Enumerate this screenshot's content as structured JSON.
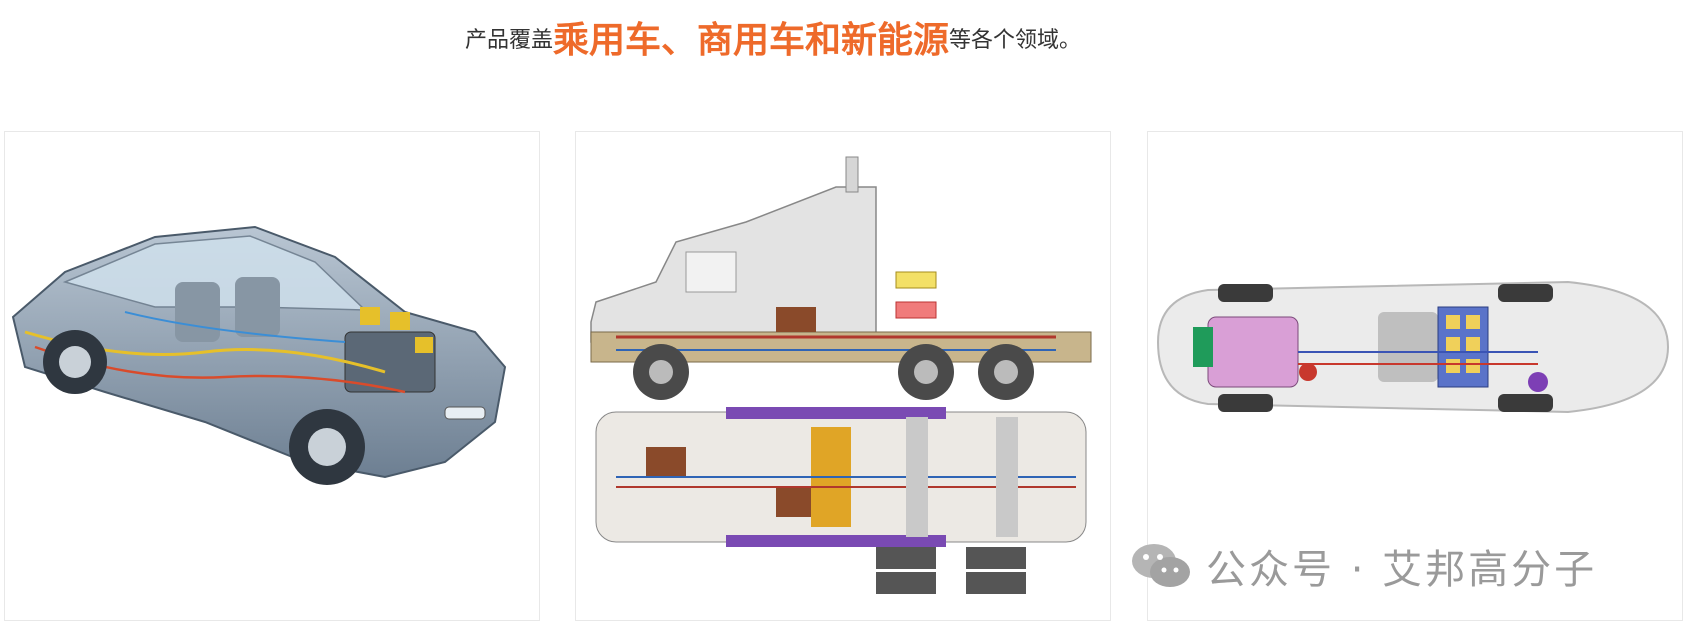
{
  "headline": {
    "prefix": "产品覆盖",
    "highlight": "乘用车、商用车和新能源",
    "suffix": "等各个领域。"
  },
  "panels": [
    {
      "subject": "sedan-cutaway-illustration"
    },
    {
      "subject": "truck-side-and-chassis-illustration"
    },
    {
      "subject": "ev-top-view-illustration"
    }
  ],
  "watermark": {
    "icon": "wechat-icon",
    "text": "公众号 · 艾邦高分子"
  },
  "colors": {
    "accent": "#ee6a2a",
    "text": "#333333",
    "watermark": "#9a9a9a"
  }
}
